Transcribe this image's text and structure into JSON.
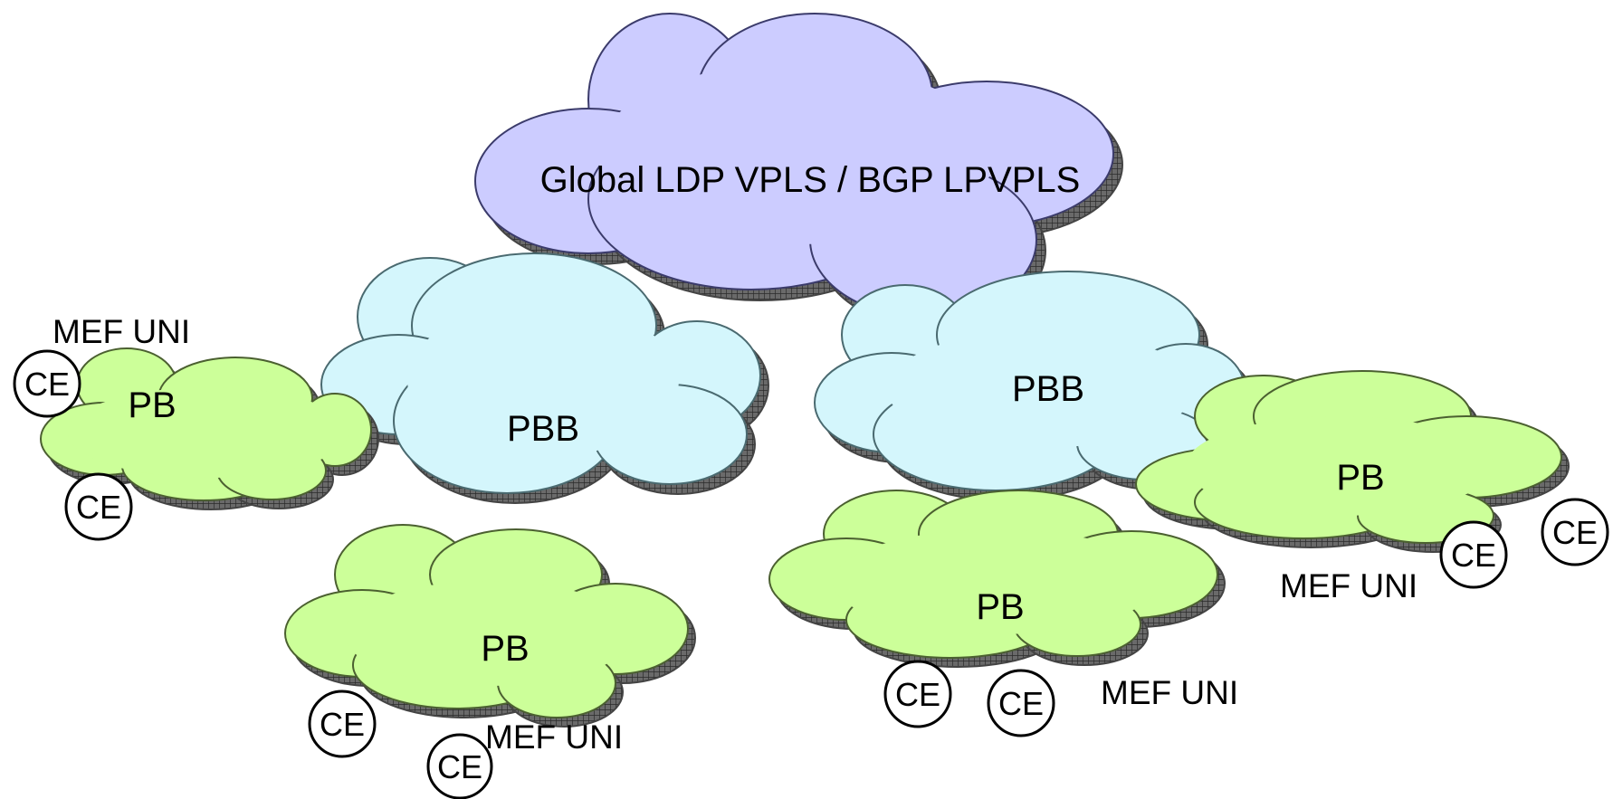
{
  "colors": {
    "global_cloud": "#ccccff",
    "pbb_cloud": "#d4f6fc",
    "pb_cloud": "#ccff99",
    "cloud_shadow": "#555555",
    "ce_circle_stroke": "#000000"
  },
  "clouds": {
    "global": {
      "label": "Global LDP VPLS / BGP LPVPLS"
    },
    "pbb_left": {
      "label": "PBB"
    },
    "pbb_right": {
      "label": "PBB"
    },
    "pb_left": {
      "label": "PB"
    },
    "pb_bottom_left": {
      "label": "PB"
    },
    "pb_bottom_center": {
      "label": "PB"
    },
    "pb_right": {
      "label": "PB"
    }
  },
  "mef_uni": {
    "top_left": "MEF UNI",
    "bottom_left": "MEF UNI",
    "bottom_center": "MEF UNI",
    "right": "MEF UNI"
  },
  "ce": {
    "label": "CE"
  }
}
